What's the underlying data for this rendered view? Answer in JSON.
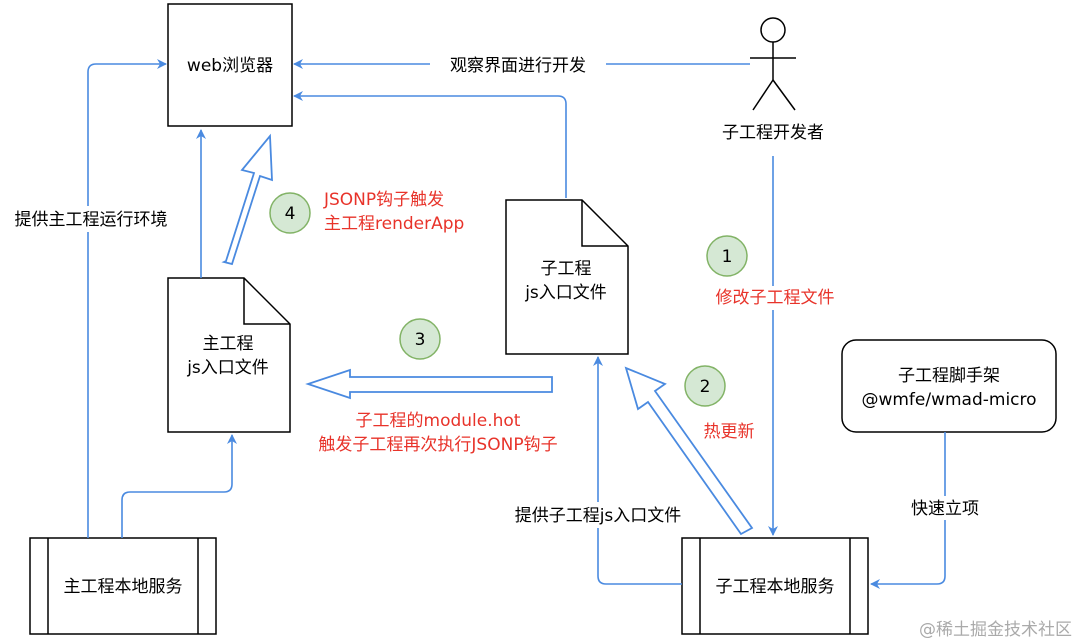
{
  "nodes": {
    "browser": "web浏览器",
    "developer": "子工程开发者",
    "main_entry_line1": "主工程",
    "main_entry_line2": "js入口文件",
    "sub_entry_line1": "子工程",
    "sub_entry_line2": "js入口文件",
    "scaffold_line1": "子工程脚手架",
    "scaffold_line2": "@wmfe/wmad-micro",
    "main_server": "主工程本地服务",
    "sub_server": "子工程本地服务"
  },
  "edges": {
    "observe": "观察界面进行开发",
    "provide_main_env": "提供主工程运行环境",
    "provide_sub_entry": "提供子工程js入口文件",
    "quick_start": "快速立项"
  },
  "steps": [
    {
      "num": "1",
      "label": "修改子工程文件"
    },
    {
      "num": "2",
      "label": "热更新"
    },
    {
      "num": "3",
      "label_line1": "子工程的module.hot",
      "label_line2": "触发子工程再次执行JSONP钩子"
    },
    {
      "num": "4",
      "label_line1": "JSONP钩子触发",
      "label_line2": "主工程renderApp"
    }
  ],
  "watermark": "@稀土掘金技术社区",
  "colors": {
    "arrow_blue": "#4a8ae0",
    "step_red": "#e8332a",
    "step_circle_fill": "#d5e8d4",
    "step_circle_stroke": "#82b366",
    "stroke": "#000000"
  }
}
